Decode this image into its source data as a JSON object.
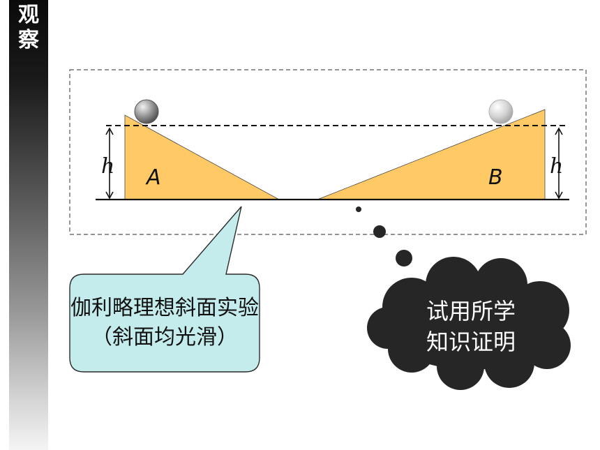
{
  "side_title": {
    "line1": "观",
    "line2": "察"
  },
  "diagram": {
    "label_A": "A",
    "label_B": "B",
    "height_left": "h",
    "height_right": "h"
  },
  "speech_bubble": {
    "text": "伽利略理想斜面实验（斜面均光滑）"
  },
  "thought_cloud": {
    "line1": "试用所学",
    "line2": "知识证明"
  },
  "colors": {
    "incline_fill": "#ffc966",
    "bubble_fill": "#c5ecec",
    "cloud_fill": "#262626",
    "sidebar_dark": "#0a0a0a"
  }
}
